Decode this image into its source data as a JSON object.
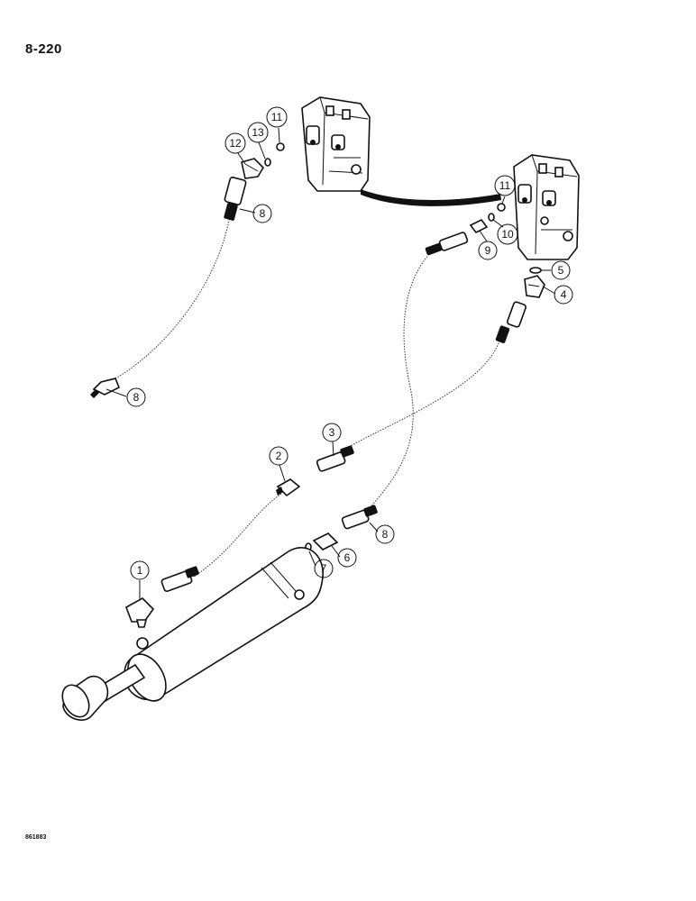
{
  "page_number": "8-220",
  "figure_code": "861883",
  "callouts": [
    {
      "id": "c1",
      "label": "1"
    },
    {
      "id": "c2",
      "label": "2"
    },
    {
      "id": "c3",
      "label": "3"
    },
    {
      "id": "c4",
      "label": "4"
    },
    {
      "id": "c5",
      "label": "5"
    },
    {
      "id": "c6",
      "label": "6"
    },
    {
      "id": "c7",
      "label": "7"
    },
    {
      "id": "c8a",
      "label": "8"
    },
    {
      "id": "c8b",
      "label": "8"
    },
    {
      "id": "c8c",
      "label": "8"
    },
    {
      "id": "c9",
      "label": "9"
    },
    {
      "id": "c10",
      "label": "10"
    },
    {
      "id": "c11a",
      "label": "11"
    },
    {
      "id": "c11b",
      "label": "11"
    },
    {
      "id": "c12",
      "label": "12"
    },
    {
      "id": "c13",
      "label": "13"
    }
  ]
}
